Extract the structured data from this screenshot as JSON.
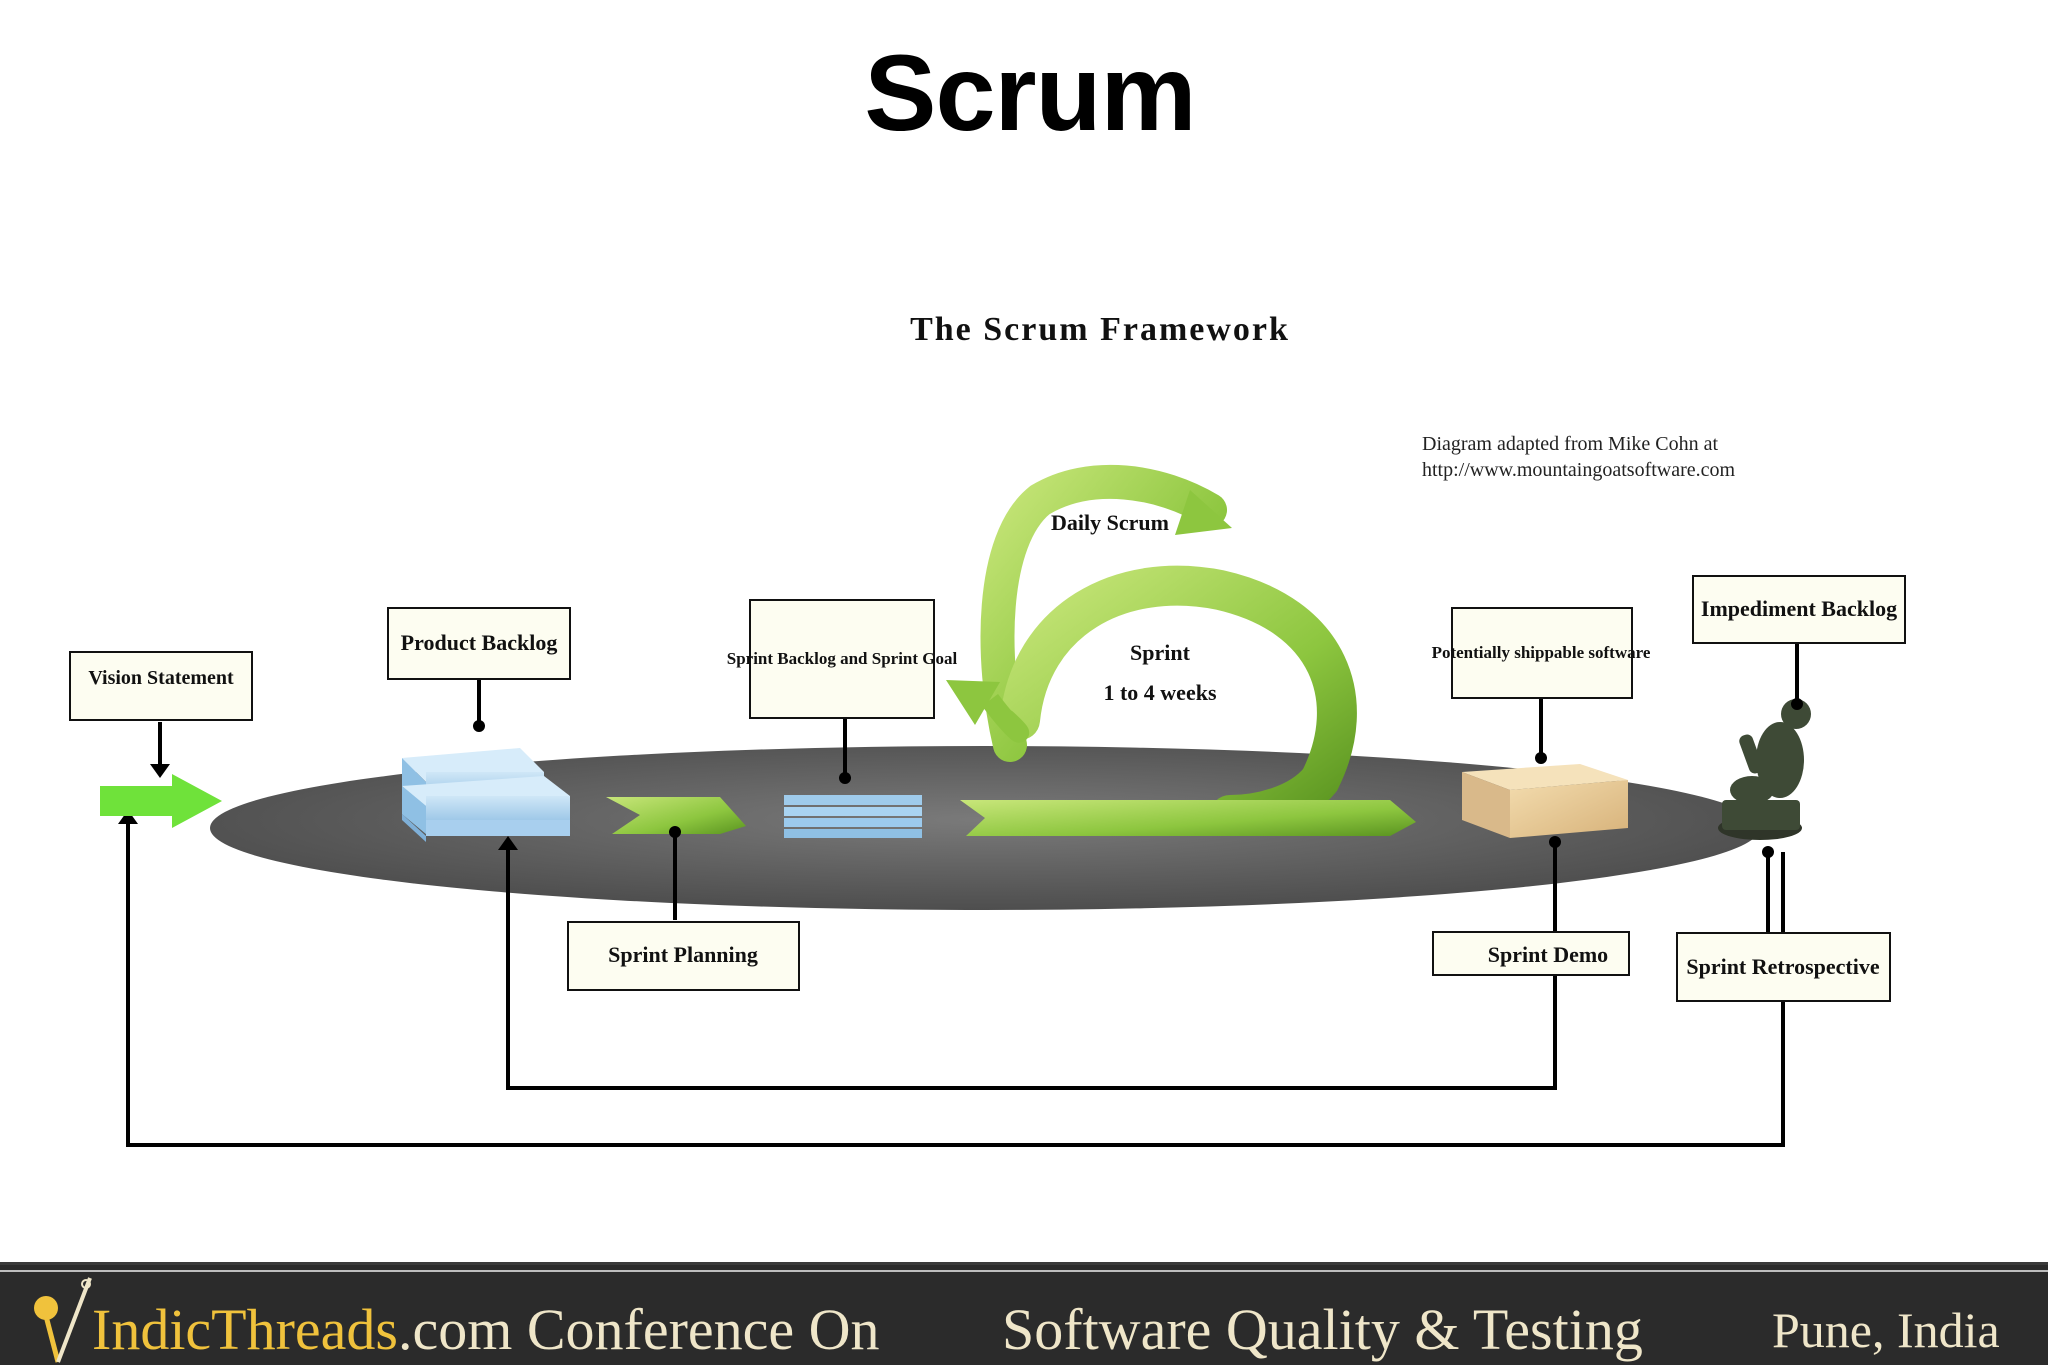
{
  "slide": {
    "title": "Scrum"
  },
  "diagram": {
    "title": "The Scrum Framework",
    "credit_line1": "Diagram adapted from Mike Cohn at",
    "credit_line2": "http://www.mountaingoatsoftware.com",
    "labels": {
      "vision": "Vision Statement",
      "product_backlog": "Product Backlog",
      "sprint_backlog": "Sprint Backlog and Sprint Goal",
      "daily_scrum": "Daily Scrum",
      "sprint": "Sprint",
      "sprint_duration": "1 to 4 weeks",
      "shippable": "Potentially shippable software",
      "impediment": "Impediment Backlog",
      "sprint_planning": "Sprint Planning",
      "sprint_demo": "Sprint Demo",
      "sprint_retro": "Sprint Retrospective"
    }
  },
  "footer": {
    "brand": "IndicThreads",
    "brand_suffix": ".com Conference On",
    "conference": "Software Quality & Testing",
    "location": "Pune, India"
  },
  "colors": {
    "accent_green": "#8dc63f",
    "box_fill": "#fdfdf1",
    "ellipse": "#5a5a5a",
    "footer_bg": "#2b2b2b",
    "brand_gold": "#f0c23c"
  }
}
